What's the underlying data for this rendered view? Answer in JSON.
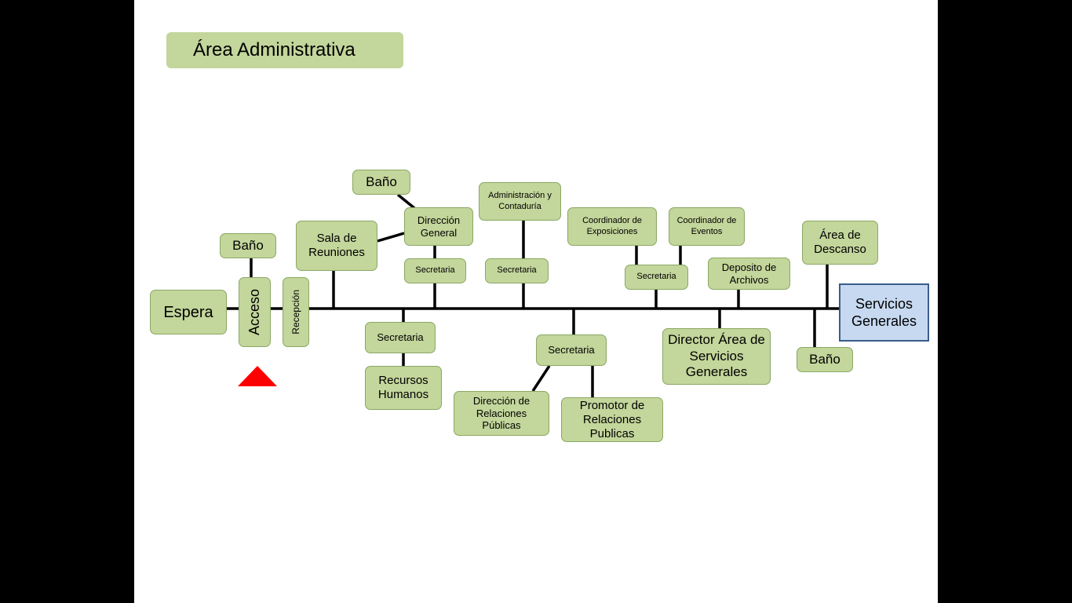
{
  "title": "Área  Administrativa",
  "nodes": {
    "espera": "Espera",
    "acceso": "Acceso",
    "recepcion": "Recepción",
    "bano_1": "Baño",
    "sala_reuniones": "Sala de Reuniones",
    "bano_2": "Baño",
    "direccion_general": "Dirección General",
    "secretaria_dg": "Secretaria",
    "administracion": "Administración y Contaduría",
    "secretaria_adm": "Secretaria",
    "coord_exposiciones": "Coordinador de Exposiciones",
    "coord_eventos": "Coordinador de Eventos",
    "secretaria_coord": "Secretaria",
    "deposito_archivos": "Deposito de Archivos",
    "area_descanso": "Área de Descanso",
    "servicios_generales": "Servicios Generales",
    "secretaria_rh": "Secretaria",
    "recursos_humanos": "Recursos Humanos",
    "secretaria_rp": "Secretaria",
    "direccion_rp": "Dirección de Relaciones Públicas",
    "promotor_rp": "Promotor de Relaciones Publicas",
    "director_servicios": "Director Área de Servicios Generales",
    "bano_3": "Baño"
  },
  "colors": {
    "node_fill": "#c3d69b",
    "node_border": "#8aa864",
    "highlight_fill": "#c6d9f1",
    "highlight_border": "#385d8a",
    "marker": "#ff0000"
  },
  "marker_icon": "triangle-up-icon"
}
